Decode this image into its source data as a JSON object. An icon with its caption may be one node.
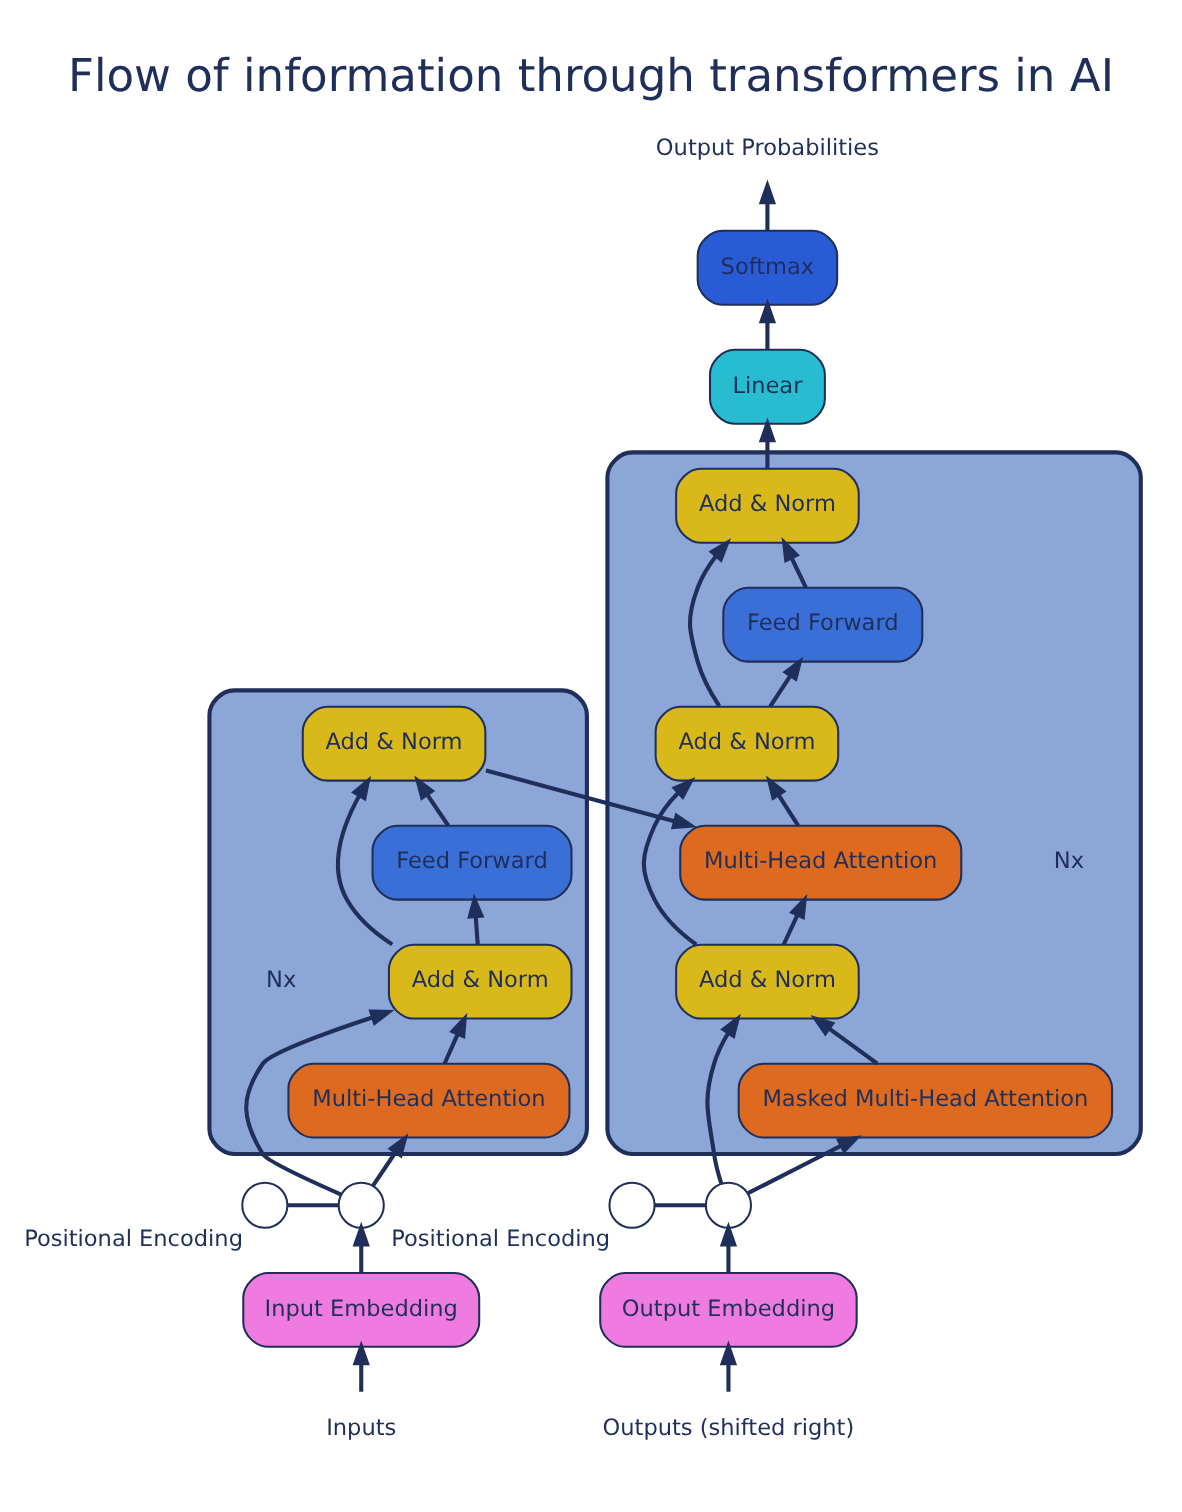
{
  "diagram": {
    "title": "Flow of information through transformers in AI",
    "nodes": [
      {
        "text": [],
        "shape": "box",
        "beside": [
          "Nx"
        ]
      },
      {
        "text": [
          "Add & Norm"
        ],
        "in": 0
      },
      {
        "text": [
          "Feed Forward"
        ],
        "in": 0
      },
      {
        "text": [
          "Add & Norm"
        ],
        "in": 0
      },
      {
        "text": [
          "Multi-Head Attention"
        ],
        "in": 0
      },
      {
        "text": [],
        "shape": "box",
        "beside": [
          "Nx"
        ]
      },
      {
        "text": [
          "Add & Norm"
        ],
        "in": 5
      },
      {
        "text": [
          "Feed Forward"
        ],
        "in": 5
      },
      {
        "text": [
          "Add & Norm"
        ],
        "in": 5
      },
      {
        "text": [
          "Multi-Head Attention"
        ],
        "in": 5
      },
      {
        "text": [
          "Add & Norm"
        ],
        "in": 5
      },
      {
        "text": [
          "Masked Multi-Head Attention"
        ],
        "in": 5
      },
      {
        "text": [
          "Softmax"
        ]
      },
      {
        "text": [
          "Linear"
        ]
      },
      {
        "text": [
          "Output Probabilities"
        ]
      },
      {
        "text": [
          "Input Embedding"
        ]
      },
      {
        "text": [
          "Output Embedding"
        ]
      },
      {
        "text": [
          "Inputs"
        ]
      },
      {
        "text": [
          "Outputs (shifted right)"
        ]
      },
      {
        "text": [],
        "shape": "circle",
        "beside": [
          "Positional Encoding"
        ]
      },
      {
        "text": [],
        "shape": "circle"
      },
      {
        "text": [],
        "shape": "circle"
      },
      {
        "text": [],
        "shape": "circle",
        "beside": [
          "Positional Encoding"
        ]
      }
    ],
    "edges": [
      {
        "from": 17,
        "to": 15,
        "arrow": "to"
      },
      {
        "from": 15,
        "to": 20,
        "arrow": "to"
      },
      {
        "from": 19,
        "to": 20,
        "arrow": "none"
      },
      {
        "from": 20,
        "to": 4,
        "arrow": "to"
      },
      {
        "from": 20,
        "to": 3,
        "arrow": "to"
      },
      {
        "from": 4,
        "to": 3,
        "arrow": "to"
      },
      {
        "from": 3,
        "to": 2,
        "arrow": "to"
      },
      {
        "from": 3,
        "to": 1,
        "arrow": "to"
      },
      {
        "from": 2,
        "to": 1,
        "arrow": "to"
      },
      {
        "from": 1,
        "to": 9,
        "arrow": "to"
      },
      {
        "from": 18,
        "to": 16,
        "arrow": "to"
      },
      {
        "from": 16,
        "to": 21,
        "arrow": "to"
      },
      {
        "from": 22,
        "to": 21,
        "arrow": "none"
      },
      {
        "from": 21,
        "to": 11,
        "arrow": "to"
      },
      {
        "from": 21,
        "to": 10,
        "arrow": "to"
      },
      {
        "from": 11,
        "to": 10,
        "arrow": "to"
      },
      {
        "from": 10,
        "to": 9,
        "arrow": "to"
      },
      {
        "from": 10,
        "to": 8,
        "arrow": "to"
      },
      {
        "from": 9,
        "to": 8,
        "arrow": "to"
      },
      {
        "from": 8,
        "to": 7,
        "arrow": "to"
      },
      {
        "from": 8,
        "to": 6,
        "arrow": "to"
      },
      {
        "from": 7,
        "to": 6,
        "arrow": "to"
      },
      {
        "from": 6,
        "to": 13,
        "arrow": "to"
      },
      {
        "from": 13,
        "to": 12,
        "arrow": "to"
      },
      {
        "from": 12,
        "to": 14,
        "arrow": "to"
      }
    ]
  }
}
